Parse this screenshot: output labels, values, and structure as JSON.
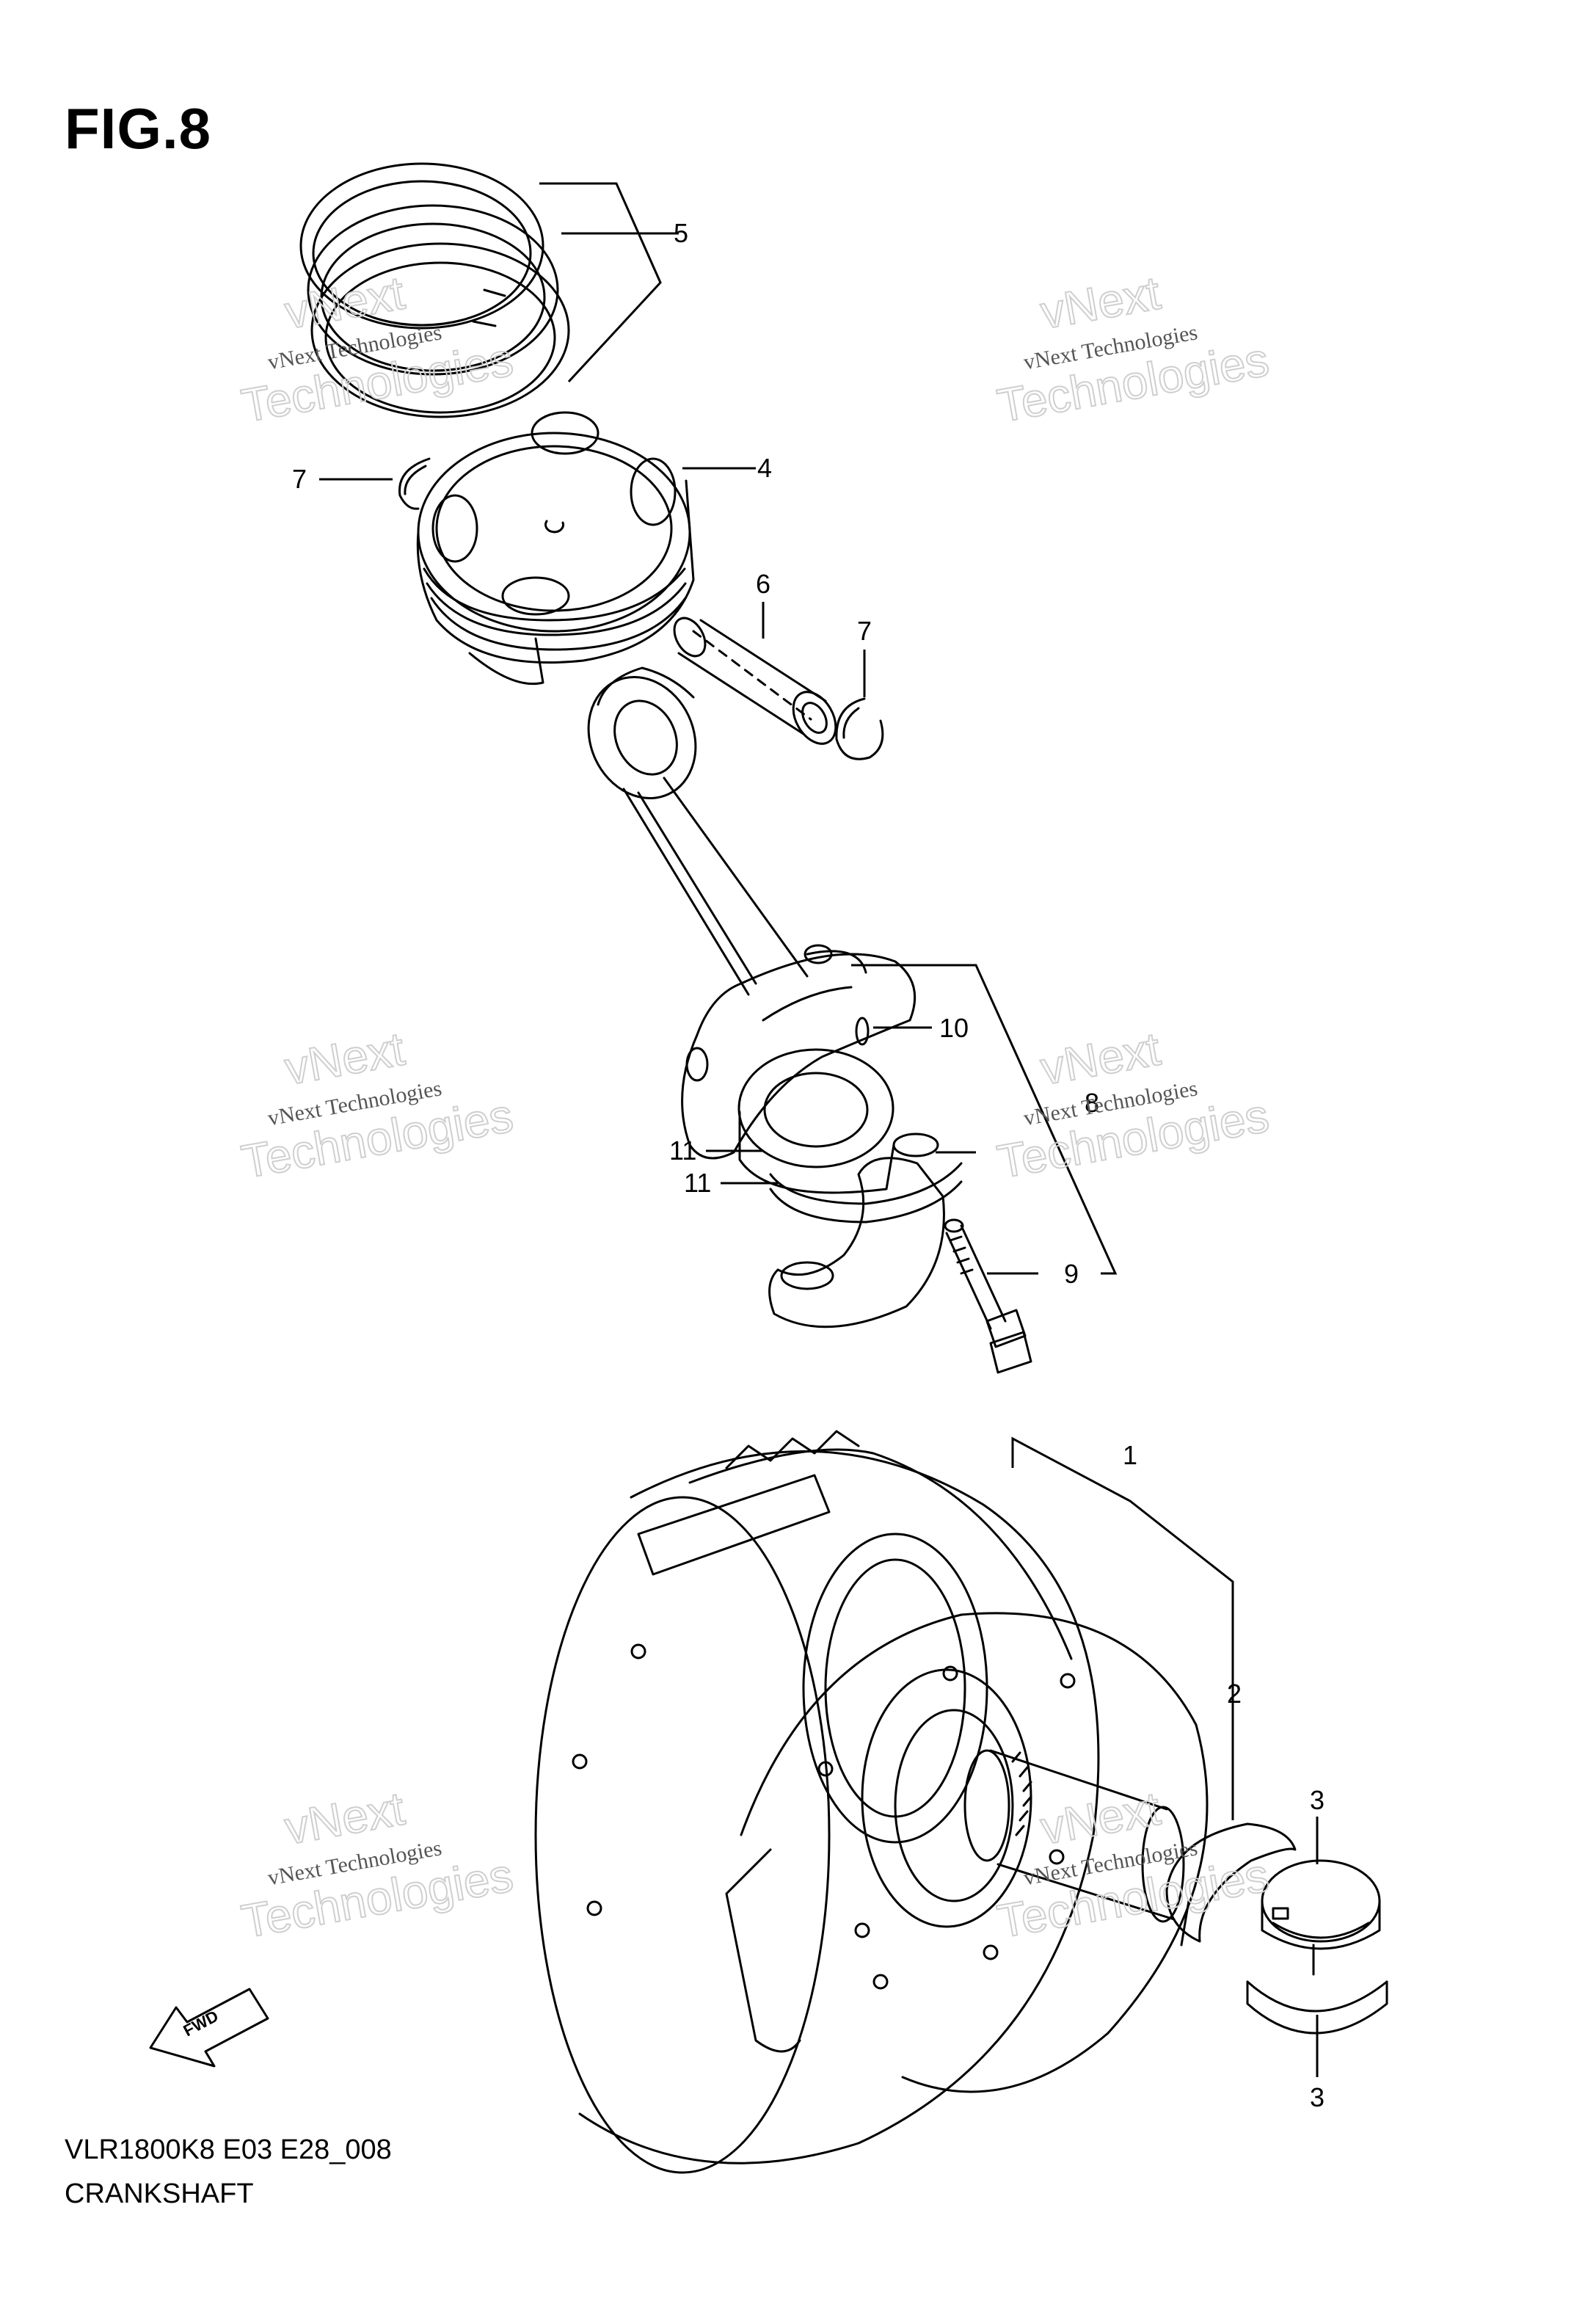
{
  "figure_label": "FIG.8",
  "model_code": "VLR1800K8 E03 E28_008",
  "diagram_title": "CRANKSHAFT",
  "watermark": {
    "line_small": "vNext Technologies",
    "line_top": "vNext",
    "line_large": "Technologies"
  },
  "fwd_badge": "FWD",
  "callouts": {
    "c1": "1",
    "c2": "2",
    "c3a": "3",
    "c3b": "3",
    "c4": "4",
    "c5": "5",
    "c6": "6",
    "c7a": "7",
    "c7b": "7",
    "c8": "8",
    "c9": "9",
    "c10": "10",
    "c11a": "11",
    "c11b": "11"
  },
  "colors": {
    "line": "#000000",
    "watermark": "#cfcfcf"
  }
}
